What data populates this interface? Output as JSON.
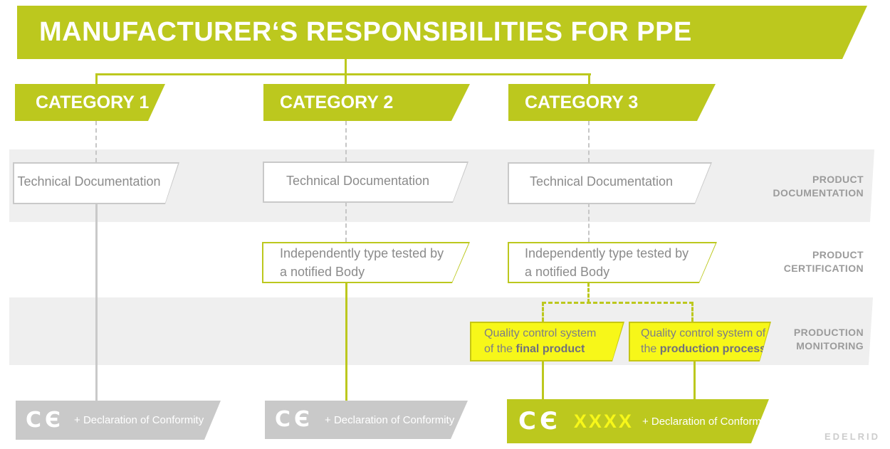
{
  "title": {
    "text": "MANUFACTURER‘S RESPONSIBILITIES FOR PPE"
  },
  "categories": [
    {
      "label": "CATEGORY 1"
    },
    {
      "label": "CATEGORY 2"
    },
    {
      "label": "CATEGORY 3"
    }
  ],
  "row_labels": [
    {
      "line1": "PRODUCT",
      "line2": "DOCUMENTATION"
    },
    {
      "line1": "PRODUCT",
      "line2": "CERTIFICATION"
    },
    {
      "line1": "PRODUCTION",
      "line2": "MONITORING"
    }
  ],
  "technical_documentation_boxes": [
    {
      "text": "Technical Documentation"
    },
    {
      "text": "Technical Documentation"
    },
    {
      "text": "Technical Documentation"
    }
  ],
  "type_test_boxes": [
    {
      "line1": "Independently type tested by",
      "line2": "a notified Body"
    },
    {
      "line1": "Independently type tested by",
      "line2": "a notified Body"
    }
  ],
  "quality_boxes": [
    {
      "line1": "Quality control system",
      "line2_pre": "of the ",
      "line2_bold": "final product"
    },
    {
      "line1": "Quality control system of",
      "line2_pre": "the ",
      "line2_bold": "production process"
    }
  ],
  "conformity_boxes": [
    {
      "ce_mark": "CЄ",
      "text": "+ Declaration of Conformity"
    },
    {
      "ce_mark": "CЄ",
      "text": "+ Declaration of Conformity"
    },
    {
      "ce_mark": "CЄ",
      "code": "XXXX",
      "text": "+ Declaration of Conformity"
    }
  ],
  "logo": {
    "text": "EDELRID"
  },
  "colors": {
    "lime": "#bcc81e",
    "yellow": "#f7f719",
    "yellow_border": "#c6c614",
    "band_gray": "#efefef",
    "box_gray": "#c9c9c9",
    "text_gray": "#8b8b8b",
    "label_gray": "#9b9b9b"
  }
}
